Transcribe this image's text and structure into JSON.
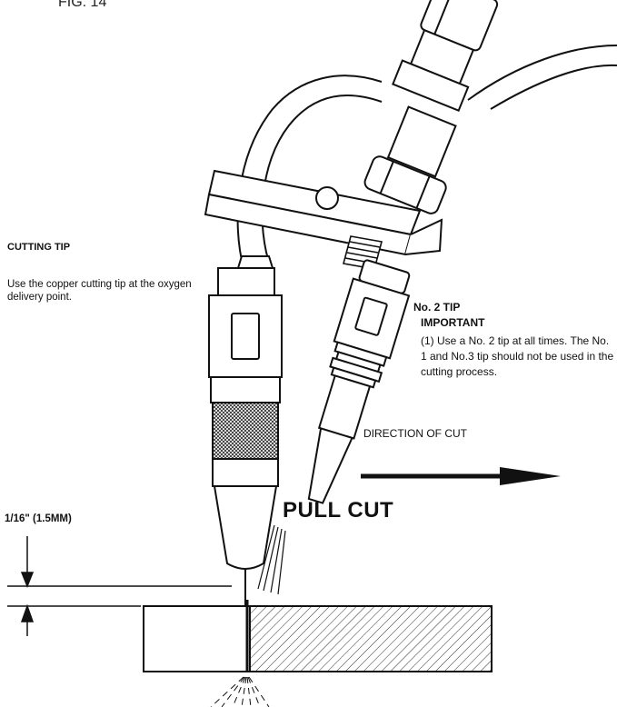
{
  "figure": {
    "label": "FIG. 14"
  },
  "cutting_tip": {
    "heading": "CUTTING TIP",
    "description": "Use the copper cutting tip at the oxygen delivery point."
  },
  "no2_tip": {
    "heading": "No. 2 TIP",
    "important_heading": "IMPORTANT",
    "important_text": "(1) Use a No. 2 tip at all times. The No. 1 and No.3 tip should not be used in the cutting process."
  },
  "direction": {
    "label": "DIRECTION OF CUT"
  },
  "gap": {
    "label": "1/16\" (1.5MM)"
  },
  "pull_cut": {
    "label": "PULL CUT"
  }
}
